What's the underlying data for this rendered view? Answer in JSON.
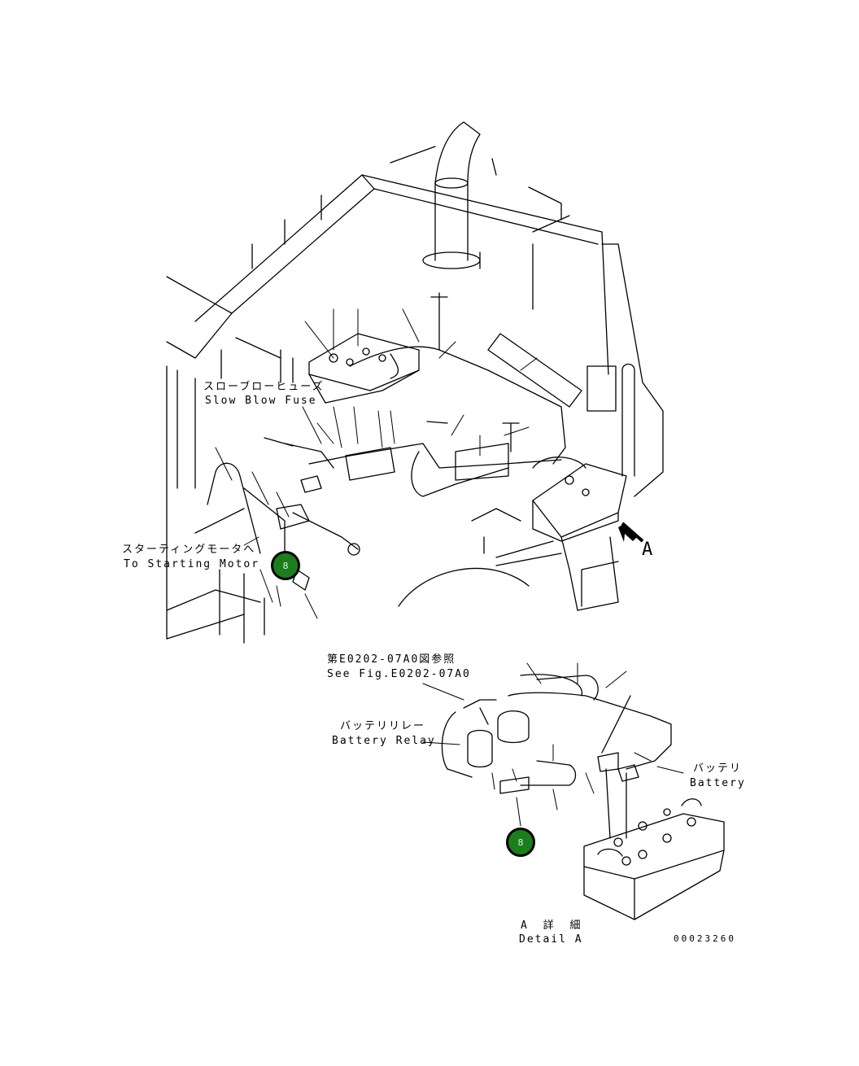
{
  "labels": {
    "slow_blow_fuse_jp": "スローブローヒューズ",
    "slow_blow_fuse_en": "Slow Blow Fuse",
    "starting_motor_jp": "スターティングモータへ",
    "starting_motor_en": "To Starting Motor",
    "view_arrow": "A",
    "see_fig_jp": "第E0202-07A0図参照",
    "see_fig_en": "See Fig.E0202-07A0",
    "battery_relay_jp": "バッテリリレー",
    "battery_relay_en": "Battery Relay",
    "battery_jp": "バッテリ",
    "battery_en": "Battery",
    "detail_jp": "A 詳 細",
    "detail_en": "Detail A",
    "drawing_number": "00023260"
  },
  "callouts": {
    "main": "8",
    "detail": "8"
  },
  "colors": {
    "callout_fill": "#1a7f1a",
    "line": "#000000"
  }
}
